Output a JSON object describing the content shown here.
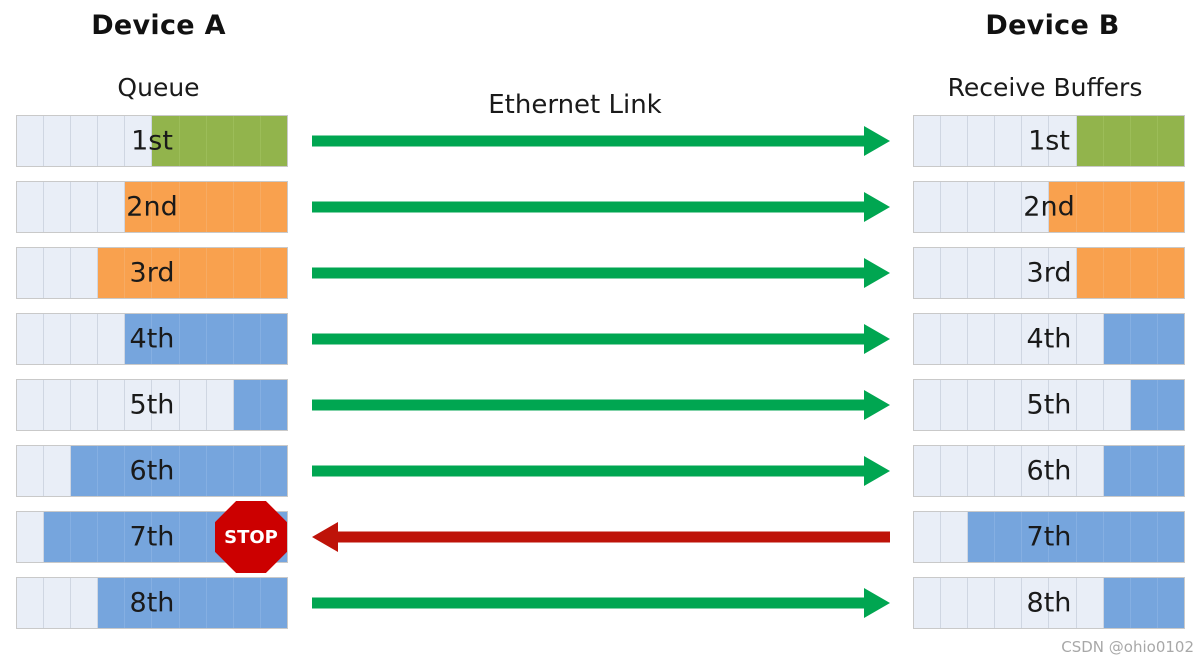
{
  "devices": {
    "left": {
      "title": "Device A",
      "subtitle": "Queue",
      "rows": [
        {
          "label": "1st",
          "total": 10,
          "filled": 5,
          "fill_from": "right",
          "color": "green"
        },
        {
          "label": "2nd",
          "total": 10,
          "filled": 6,
          "fill_from": "right",
          "color": "orange"
        },
        {
          "label": "3rd",
          "total": 10,
          "filled": 7,
          "fill_from": "right",
          "color": "orange"
        },
        {
          "label": "4th",
          "total": 10,
          "filled": 6,
          "fill_from": "right",
          "color": "blue"
        },
        {
          "label": "5th",
          "total": 10,
          "filled": 2,
          "fill_from": "right",
          "color": "blue"
        },
        {
          "label": "6th",
          "total": 10,
          "filled": 8,
          "fill_from": "right",
          "color": "blue"
        },
        {
          "label": "7th",
          "total": 10,
          "filled": 9,
          "fill_from": "right",
          "color": "blue"
        },
        {
          "label": "8th",
          "total": 10,
          "filled": 7,
          "fill_from": "right",
          "color": "blue"
        }
      ]
    },
    "right": {
      "title": "Device B",
      "subtitle": "Receive Buffers",
      "rows": [
        {
          "label": "1st",
          "total": 10,
          "filled": 4,
          "fill_from": "right",
          "color": "green"
        },
        {
          "label": "2nd",
          "total": 10,
          "filled": 5,
          "fill_from": "right",
          "color": "orange"
        },
        {
          "label": "3rd",
          "total": 10,
          "filled": 4,
          "fill_from": "right",
          "color": "orange"
        },
        {
          "label": "4th",
          "total": 10,
          "filled": 3,
          "fill_from": "right",
          "color": "blue"
        },
        {
          "label": "5th",
          "total": 10,
          "filled": 2,
          "fill_from": "right",
          "color": "blue"
        },
        {
          "label": "6th",
          "total": 10,
          "filled": 3,
          "fill_from": "right",
          "color": "blue"
        },
        {
          "label": "7th",
          "total": 10,
          "filled": 8,
          "fill_from": "right",
          "color": "blue"
        },
        {
          "label": "8th",
          "total": 10,
          "filled": 3,
          "fill_from": "right",
          "color": "blue"
        }
      ]
    }
  },
  "link": {
    "label": "Ethernet Link",
    "arrows": [
      {
        "row": 1,
        "direction": "right",
        "color": "#00a651"
      },
      {
        "row": 2,
        "direction": "right",
        "color": "#00a651"
      },
      {
        "row": 3,
        "direction": "right",
        "color": "#00a651"
      },
      {
        "row": 4,
        "direction": "right",
        "color": "#00a651"
      },
      {
        "row": 5,
        "direction": "right",
        "color": "#00a651"
      },
      {
        "row": 6,
        "direction": "right",
        "color": "#00a651"
      },
      {
        "row": 7,
        "direction": "left",
        "color": "#be1309"
      },
      {
        "row": 8,
        "direction": "right",
        "color": "#00a651"
      }
    ]
  },
  "stop_sign": {
    "label": "STOP",
    "row": 7,
    "fill": "#cc0000",
    "text_color": "#ffffff"
  },
  "colors": {
    "green": "#92b44c",
    "orange": "#f9a14e",
    "blue": "#76a5dd",
    "empty": "#e9eef7",
    "arrow_green": "#00a651",
    "arrow_red": "#be1309"
  },
  "watermark": "CSDN @ohio0102"
}
